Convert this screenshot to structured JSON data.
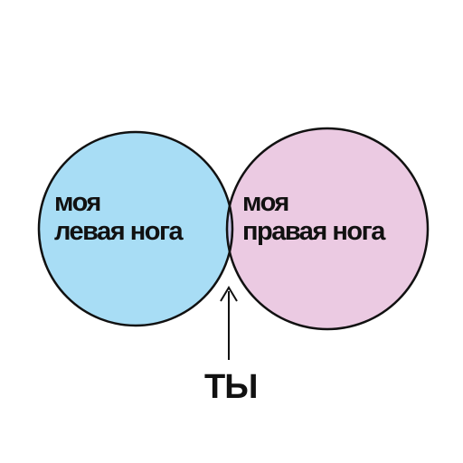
{
  "left_circle": {
    "line1": "моя",
    "line2": "левая нога",
    "color": "#A8DDF5"
  },
  "right_circle": {
    "line1": "моя",
    "line2": "правая нога",
    "color": "#EBCAE2"
  },
  "overlap": {
    "color": "#C4C2E6"
  },
  "pointer": {
    "label": "ТЫ"
  },
  "colors": {
    "stroke": "#111111",
    "background": "#FFFFFF"
  }
}
